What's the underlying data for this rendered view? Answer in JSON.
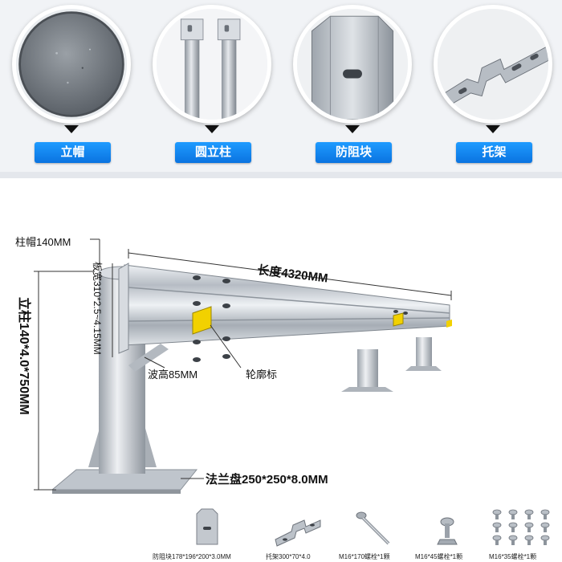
{
  "features": [
    {
      "label": "立帽",
      "icon": "post-cap-icon"
    },
    {
      "label": "圆立柱",
      "icon": "round-post-icon"
    },
    {
      "label": "防阻块",
      "icon": "spacer-block-icon"
    },
    {
      "label": "托架",
      "icon": "bracket-icon"
    }
  ],
  "diagram": {
    "post_cap": "柱帽140MM",
    "plate_width_label": "板宽310*2.5~4.15MM",
    "length_label": "长度4320MM",
    "post_label": "立柱140*4.0*750MM",
    "wave_height": "波高85MM",
    "reflector": "轮廓标",
    "flange": "法兰盘250*250*8.0MM"
  },
  "parts": [
    {
      "caption": "防阻块178*196*200*3.0MM",
      "icon": "spacer-block-part-icon"
    },
    {
      "caption": "托架300*70*4.0",
      "icon": "bracket-part-icon"
    },
    {
      "caption": "M16*170螺栓*1颗",
      "icon": "long-bolt-icon"
    },
    {
      "caption": "M16*45螺栓*1颗",
      "icon": "bolt-nut-icon"
    },
    {
      "caption": "M16*35螺栓*1颗",
      "icon": "bolt-set-icon"
    }
  ],
  "colors": {
    "accent": "#0a73e0",
    "reflector": "#f2d100",
    "steel": "#c9ced6"
  }
}
